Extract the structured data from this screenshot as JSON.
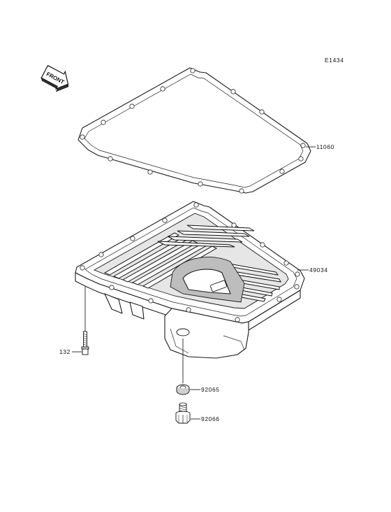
{
  "diagram": {
    "code": "E1434",
    "direction_label": "FRONT",
    "parts": [
      {
        "id": "gasket",
        "number": "11060"
      },
      {
        "id": "oil-pan",
        "number": "49034"
      },
      {
        "id": "bolt",
        "number": "132"
      },
      {
        "id": "washer",
        "number": "92065"
      },
      {
        "id": "drain-plug",
        "number": "92066"
      }
    ]
  }
}
